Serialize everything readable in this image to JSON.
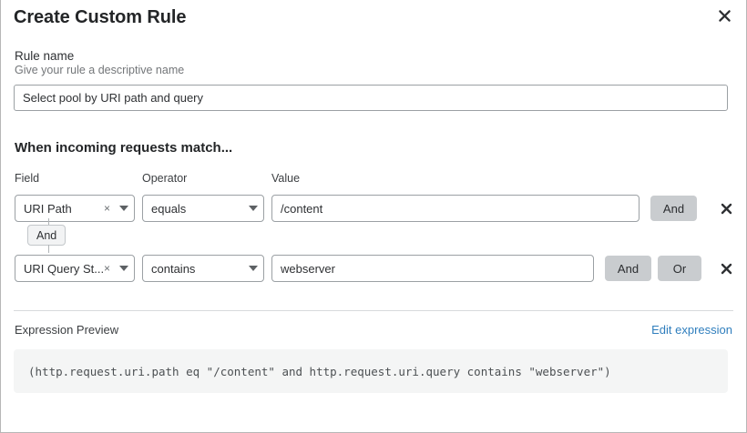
{
  "dialog": {
    "title": "Create Custom Rule",
    "close_icon": "close-icon"
  },
  "rule_name": {
    "label": "Rule name",
    "help": "Give your rule a descriptive name",
    "value": "Select pool by URI path and query",
    "placeholder": "Rule name"
  },
  "match_section": {
    "title": "When incoming requests match...",
    "columns": {
      "field": "Field",
      "operator": "Operator",
      "value": "Value"
    },
    "connector": {
      "label": "And"
    },
    "rows": [
      {
        "field": "URI Path",
        "operator": "equals",
        "value": "/content",
        "value_placeholder": "Value",
        "and_label": "And",
        "clear_icon": "clear-icon",
        "chevron_icon": "chevron-down-icon",
        "delete_icon": "delete-icon"
      },
      {
        "field": "URI Query St...",
        "operator": "contains",
        "value": "webserver",
        "value_placeholder": "Value",
        "and_label": "And",
        "or_label": "Or",
        "clear_icon": "clear-icon",
        "chevron_icon": "chevron-down-icon",
        "delete_icon": "delete-icon"
      }
    ]
  },
  "expression_preview": {
    "label": "Expression Preview",
    "edit_link": "Edit expression",
    "expression": "(http.request.uri.path eq \"/content\" and http.request.uri.query contains \"webserver\")"
  },
  "colors": {
    "link": "#2f7ebd",
    "button_gray": "#c9cccf",
    "code_bg": "#f4f5f5",
    "border": "#9ba0a4"
  }
}
